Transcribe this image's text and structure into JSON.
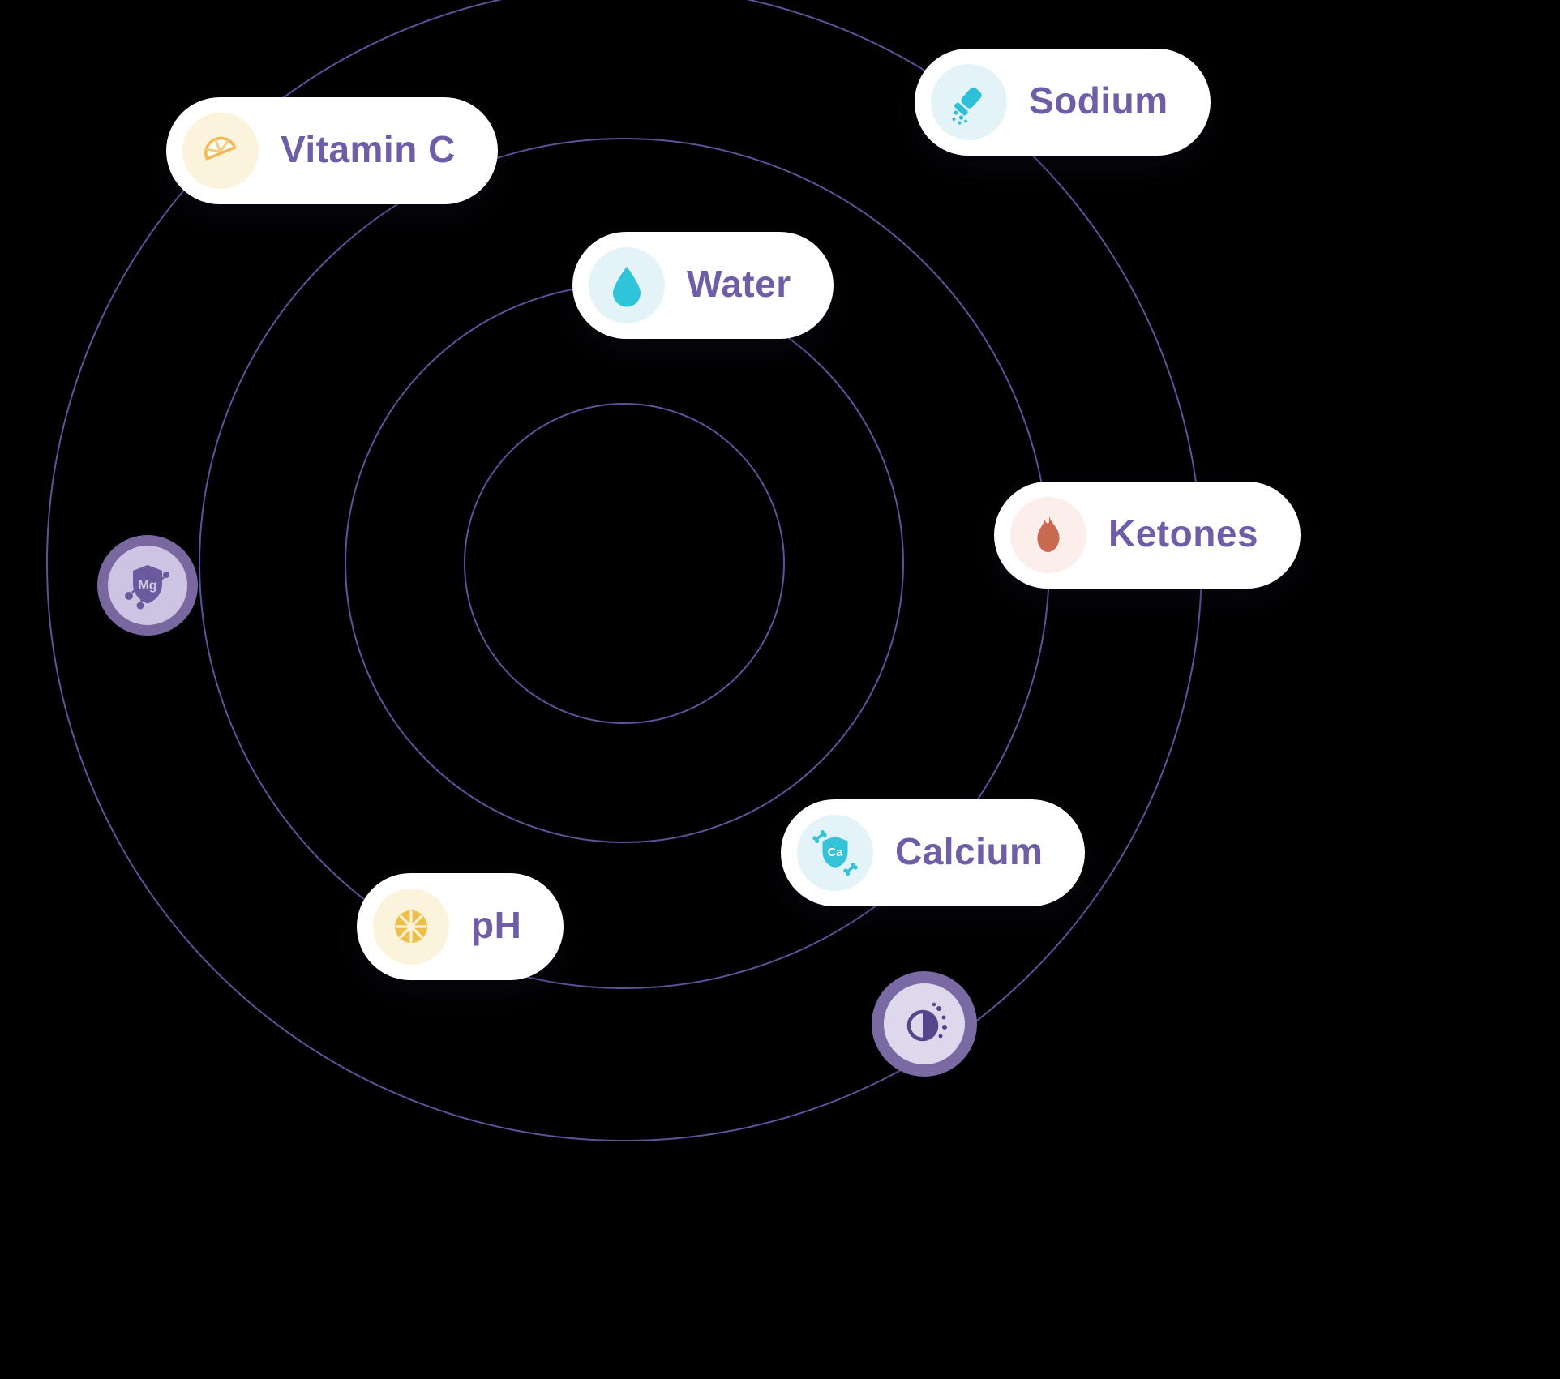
{
  "orbit_diagram": {
    "background_color": "#000000",
    "orbit_color": "#5e5299",
    "orbit_count": 4,
    "label_color": "#6e5ea7",
    "pill_background": "#ffffff"
  },
  "pills": [
    {
      "label": "Vitamin C",
      "icon": "lemon-slice-icon",
      "icon_bg": "#fcf3dd",
      "icon_color": "#f0b952"
    },
    {
      "label": "Sodium",
      "icon": "salt-shaker-icon",
      "icon_bg": "#e3f3f8",
      "icon_color": "#2ec0d6"
    },
    {
      "label": "Water",
      "icon": "water-drop-icon",
      "icon_bg": "#e3f3f8",
      "icon_color": "#2ec5da"
    },
    {
      "label": "Ketones",
      "icon": "flame-icon",
      "icon_bg": "#fceeea",
      "icon_color": "#c96a50"
    },
    {
      "label": "Calcium",
      "icon": "calcium-shield-icon",
      "icon_bg": "#e3f3f8",
      "icon_color": "#35c3d8",
      "icon_text": "Ca"
    },
    {
      "label": "pH",
      "icon": "citrus-wheel-icon",
      "icon_bg": "#fcf3dd",
      "icon_color": "#edbf4a"
    }
  ],
  "badges": [
    {
      "icon": "magnesium-shield-icon",
      "icon_text": "Mg",
      "ring_color": "#79689f",
      "fill_color": "#cdc3e2",
      "icon_color": "#6b5b9e"
    },
    {
      "icon": "half-moon-dots-icon",
      "ring_color": "#796aa4",
      "fill_color": "#ded8ec",
      "icon_color": "#54468a"
    }
  ]
}
